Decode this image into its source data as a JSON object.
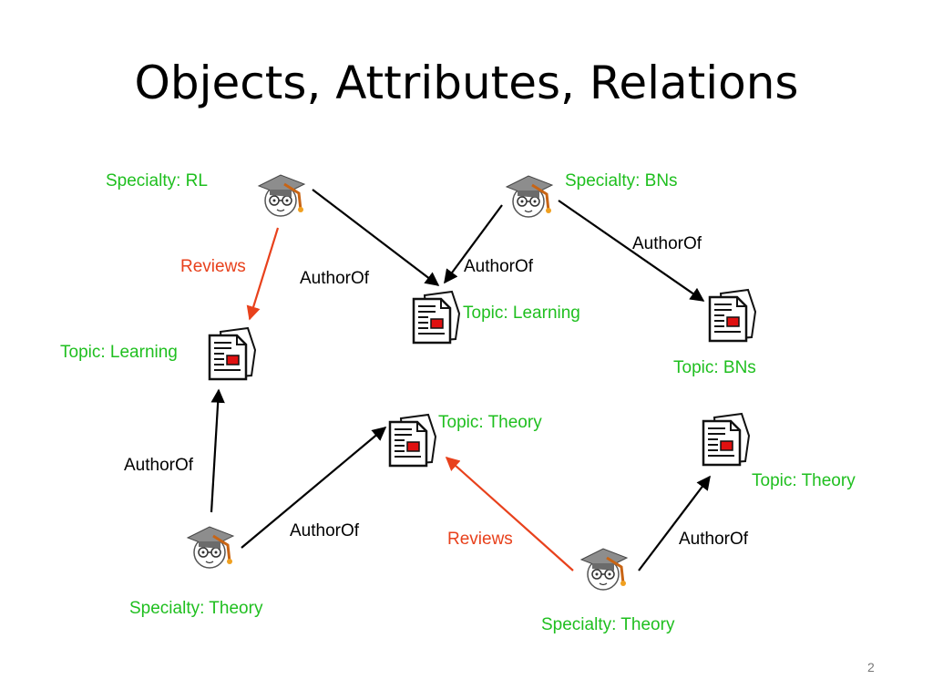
{
  "title": "Objects, Attributes, Relations",
  "slide_number": "2",
  "colors": {
    "attribute": "#1fbf1f",
    "reviews": "#e8411c",
    "author_of": "#000000"
  },
  "icons": {
    "person": "graduate-professor-icon",
    "paper": "document-paper-icon"
  },
  "people": [
    {
      "id": "p1",
      "specialty": "Specialty: RL"
    },
    {
      "id": "p2",
      "specialty": "Specialty: BNs"
    },
    {
      "id": "p3",
      "specialty": "Specialty: Theory"
    },
    {
      "id": "p4",
      "specialty": "Specialty: Theory"
    }
  ],
  "papers": [
    {
      "id": "d1",
      "topic": "Topic: Learning"
    },
    {
      "id": "d2",
      "topic": "Topic: Learning"
    },
    {
      "id": "d3",
      "topic": "Topic: BNs"
    },
    {
      "id": "d4",
      "topic": "Topic: Theory"
    },
    {
      "id": "d5",
      "topic": "Topic: Theory"
    }
  ],
  "relations": [
    {
      "from": "p1",
      "to": "d1",
      "label": "Reviews",
      "type": "reviews"
    },
    {
      "from": "p1",
      "to": "d2",
      "label": "AuthorOf",
      "type": "author_of"
    },
    {
      "from": "p2",
      "to": "d2",
      "label": "AuthorOf",
      "type": "author_of"
    },
    {
      "from": "p2",
      "to": "d3",
      "label": "AuthorOf",
      "type": "author_of"
    },
    {
      "from": "p3",
      "to": "d1",
      "label": "AuthorOf",
      "type": "author_of"
    },
    {
      "from": "p3",
      "to": "d4",
      "label": "AuthorOf",
      "type": "author_of"
    },
    {
      "from": "p4",
      "to": "d4",
      "label": "Reviews",
      "type": "reviews"
    },
    {
      "from": "p4",
      "to": "d5",
      "label": "AuthorOf",
      "type": "author_of"
    }
  ]
}
